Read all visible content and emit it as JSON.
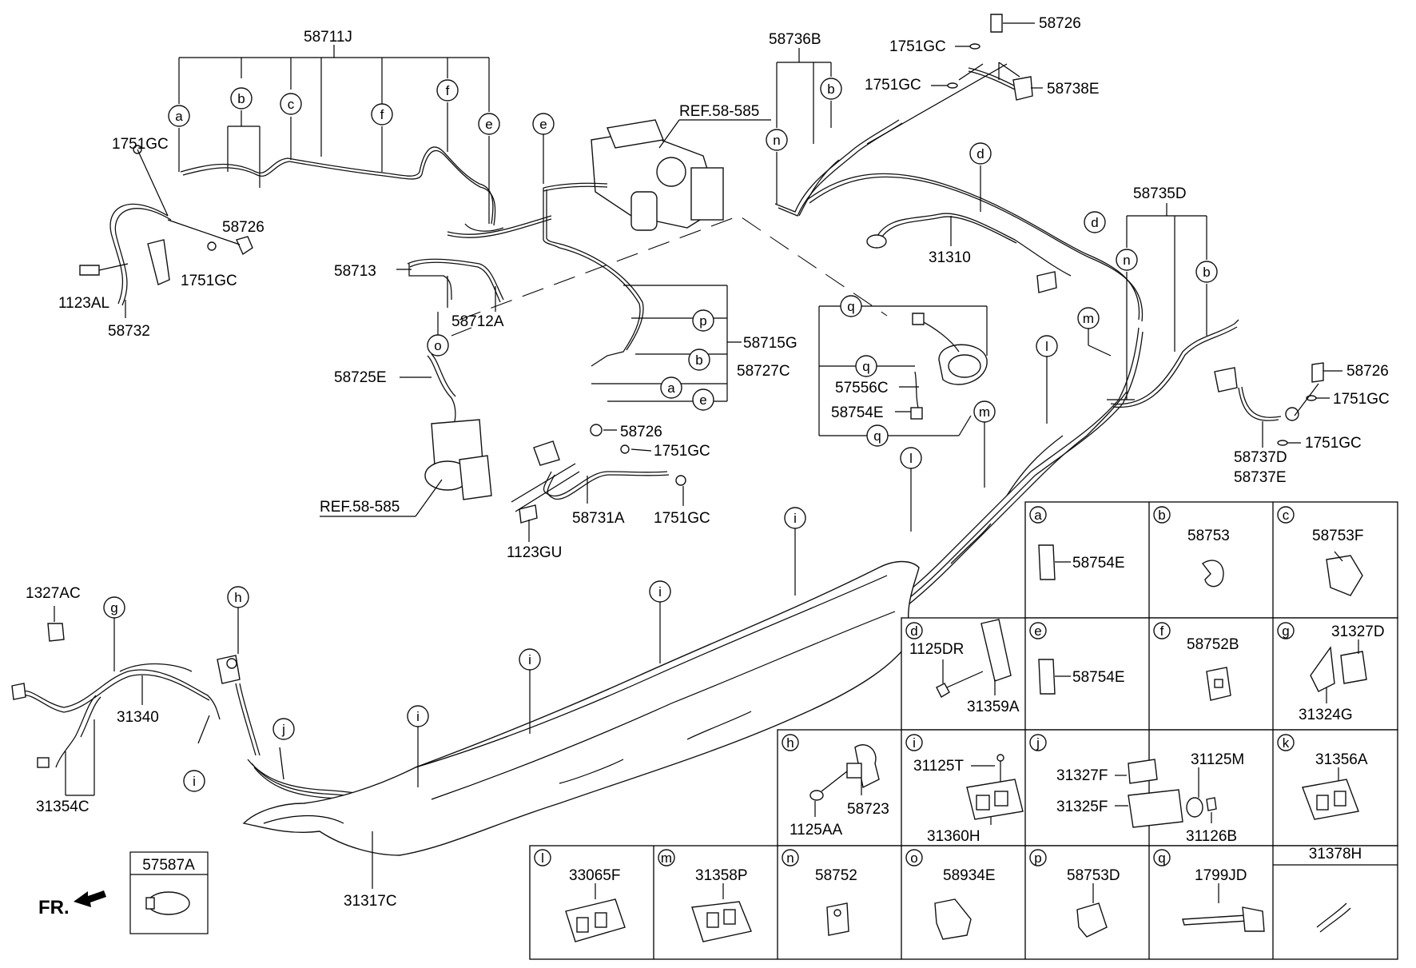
{
  "labels": {
    "l58711J": "58711J",
    "l1751GC_a": "1751GC",
    "l58726_a": "58726",
    "l1751GC_b": "1751GC",
    "l1123AL": "1123AL",
    "l58732": "58732",
    "l58713": "58713",
    "l58712A": "58712A",
    "l58725E": "58725E",
    "lREF_top": "REF.58-585",
    "lREF_bottom": "REF.58-585",
    "l58715G": "58715G",
    "l58726_b": "58726",
    "l1751GC_c": "1751GC",
    "l58731A": "58731A",
    "l1751GC_d": "1751GC",
    "l1123GU": "1123GU",
    "l58736B": "58736B",
    "l58726_c": "58726",
    "l1751GC_e": "1751GC",
    "l1751GC_f": "1751GC",
    "l58738E": "58738E",
    "l31310": "31310",
    "l58727C": "58727C",
    "l57556C": "57556C",
    "l58754E_main": "58754E",
    "l58735D": "58735D",
    "l58726_d": "58726",
    "l1751GC_g": "1751GC",
    "l1751GC_h": "1751GC",
    "l58737D": "58737D",
    "l58737E": "58737E",
    "l1327AC": "1327AC",
    "l31340": "31340",
    "l31354C": "31354C",
    "l31317C": "31317C",
    "lFR": "FR."
  },
  "callouts": [
    "a",
    "b",
    "c",
    "d",
    "e",
    "f",
    "g",
    "h",
    "i",
    "j",
    "k",
    "l",
    "m",
    "n",
    "o",
    "p",
    "q"
  ],
  "inset_57587A": {
    "number": "57587A"
  },
  "legend": [
    {
      "letter": "a",
      "parts": [
        "58754E"
      ]
    },
    {
      "letter": "b",
      "parts": [
        "58753"
      ]
    },
    {
      "letter": "c",
      "parts": [
        "58753F"
      ]
    },
    {
      "letter": "d",
      "parts": [
        "1125DR",
        "31359A"
      ]
    },
    {
      "letter": "e",
      "parts": [
        "58754E"
      ]
    },
    {
      "letter": "f",
      "parts": [
        "58752B"
      ]
    },
    {
      "letter": "g",
      "parts": [
        "31327D",
        "31324G"
      ]
    },
    {
      "letter": "h",
      "parts": [
        "58723",
        "1125AA"
      ]
    },
    {
      "letter": "i",
      "parts": [
        "31125T",
        "31360H"
      ]
    },
    {
      "letter": "j",
      "parts": [
        "31327F",
        "31125M",
        "31325F",
        "31126B"
      ]
    },
    {
      "letter": "k",
      "parts": [
        "31356A"
      ]
    },
    {
      "letter": "l",
      "parts": [
        "33065F"
      ]
    },
    {
      "letter": "m",
      "parts": [
        "31358P"
      ]
    },
    {
      "letter": "n",
      "parts": [
        "58752"
      ]
    },
    {
      "letter": "o",
      "parts": [
        "58934E"
      ]
    },
    {
      "letter": "p",
      "parts": [
        "58753D"
      ]
    },
    {
      "letter": "q",
      "parts": [
        "1799JD"
      ]
    },
    {
      "letter": "",
      "parts": [
        "31378H"
      ]
    }
  ]
}
